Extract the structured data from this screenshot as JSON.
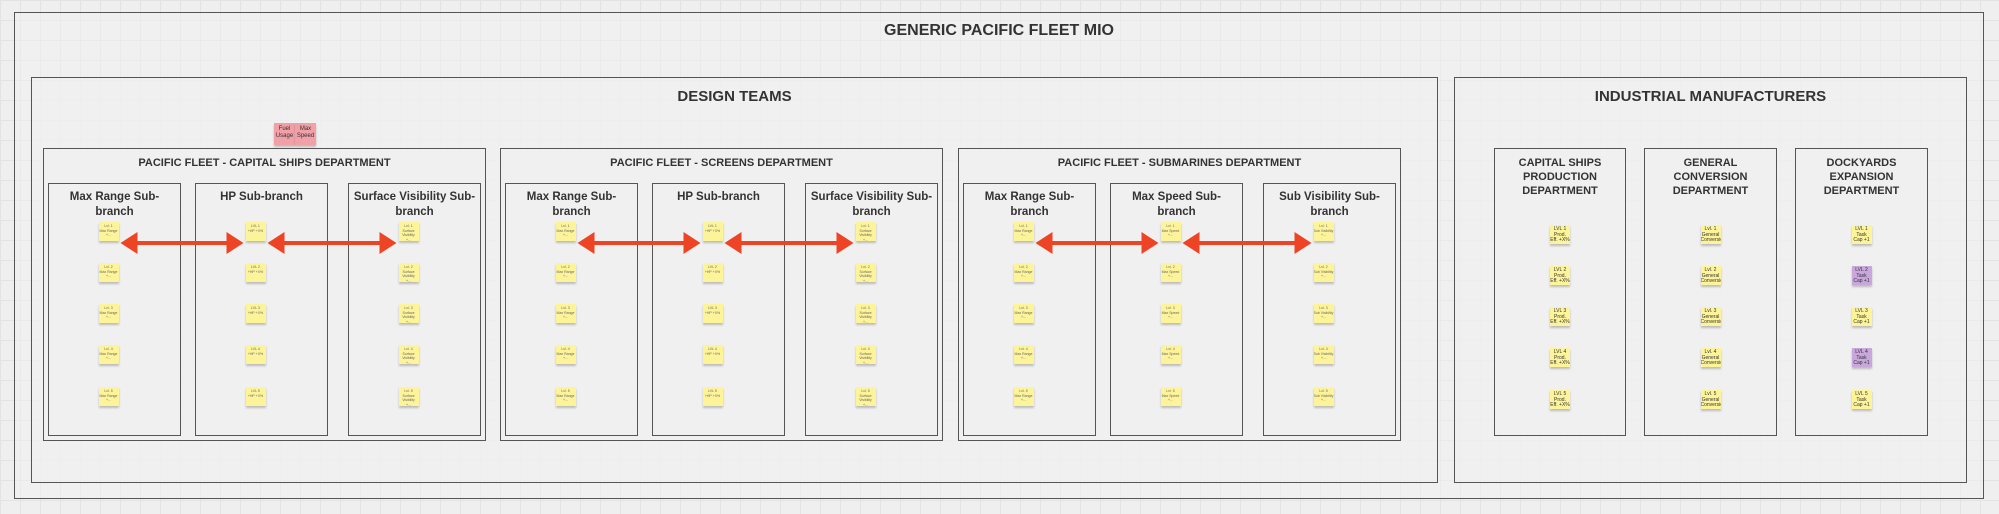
{
  "title": "GENERIC PACIFIC FLEET MIO",
  "groups": {
    "design": {
      "title": "DESIGN TEAMS",
      "legend_notes": [
        "Fuel Usage",
        "Max Speed"
      ],
      "departments": [
        {
          "title": "PACIFIC FLEET - CAPITAL SHIPS DEPARTMENT",
          "subbranches": [
            {
              "title": "Max Range Sub-branch",
              "notes": [
                "Lvl. 1\nMax Range\n+...",
                "Lvl. 2\nMax Range\n+...",
                "Lvl. 3\nMax Range\n+...",
                "Lvl. 4\nMax Range\n+...",
                "Lvl. 5\nMax Range\n+..."
              ]
            },
            {
              "title": "HP Sub-branch",
              "notes": [
                "LVL 1\n+HP +X%",
                "LVL 2\n+HP +X%",
                "LVL 3\n+HP +X%",
                "LVL 4\n+HP +X%",
                "LVL 5\n+HP +X%"
              ]
            },
            {
              "title": "Surface Visibility Sub-branch",
              "notes": [
                "Lvl. 1\nSurface\nVisibility\n+...",
                "Lvl. 2\nSurface\nVisibility\n+...",
                "Lvl. 3\nSurface\nVisibility\n+...",
                "Lvl. 4\nSurface\nVisibility\n+...",
                "Lvl. 5\nSurface\nVisibility\n+..."
              ]
            }
          ]
        },
        {
          "title": "PACIFIC FLEET - SCREENS DEPARTMENT",
          "subbranches": [
            {
              "title": "Max Range Sub-branch",
              "notes": [
                "Lvl. 1\nMax Range\n+...",
                "Lvl. 2\nMax Range\n+...",
                "Lvl. 3\nMax Range\n+...",
                "Lvl. 4\nMax Range\n+...",
                "Lvl. 5\nMax Range\n+..."
              ]
            },
            {
              "title": "HP Sub-branch",
              "notes": [
                "LVL 1\n+HP +X%",
                "LVL 2\n+HP +X%",
                "LVL 3\n+HP +X%",
                "LVL 4\n+HP +X%",
                "LVL 5\n+HP +X%"
              ]
            },
            {
              "title": "Surface Visibility Sub-branch",
              "notes": [
                "Lvl. 1\nSurface\nVisibility\n+...",
                "Lvl. 2\nSurface\nVisibility\n+...",
                "Lvl. 3\nSurface\nVisibility\n+...",
                "Lvl. 4\nSurface\nVisibility\n+...",
                "Lvl. 5\nSurface\nVisibility\n+..."
              ]
            }
          ]
        },
        {
          "title": "PACIFIC FLEET - SUBMARINES DEPARTMENT",
          "subbranches": [
            {
              "title": "Max Range Sub-branch",
              "notes": [
                "Lvl. 1\nMax Range\n+...",
                "Lvl. 2\nMax Range\n+...",
                "Lvl. 3\nMax Range\n+...",
                "Lvl. 4\nMax Range\n+...",
                "Lvl. 5\nMax Range\n+..."
              ]
            },
            {
              "title": "Max Speed Sub-branch",
              "notes": [
                "Lvl. 1\nMax Speed\n+...",
                "Lvl. 2\nMax Speed\n+...",
                "Lvl. 3\nMax Speed\n+...",
                "Lvl. 4\nMax Speed\n+...",
                "Lvl. 5\nMax Speed\n+..."
              ]
            },
            {
              "title": "Sub Visibility Sub-branch",
              "notes": [
                "Lvl. 1\nSub Visibility\n+...",
                "Lvl. 2\nSub Visibility\n+...",
                "Lvl. 3\nSub Visibility\n+...",
                "Lvl. 4\nSub Visibility\n+...",
                "Lvl. 5\nSub Visibility\n+..."
              ]
            }
          ]
        }
      ]
    },
    "industrial": {
      "title": "INDUSTRIAL MANUFACTURERS",
      "departments": [
        {
          "title": "CAPITAL SHIPS PRODUCTION DEPARTMENT",
          "notes": [
            "LVL 1\nProd.\nEff. +X%",
            "LVL 2\nProd.\nEff. +X%",
            "LVL 3\nProd.\nEff. +X%",
            "LVL 4\nProd.\nEff. +X%",
            "LVL 5\nProd.\nEff. +X%"
          ]
        },
        {
          "title": "GENERAL CONVERSION DEPARTMENT",
          "notes": [
            "Lvl. 1\nGeneral\nConversion\n+...",
            "Lvl. 2\nGeneral\nConversion\n+...",
            "Lvl. 3\nGeneral\nConversion\n+...",
            "Lvl. 4\nGeneral\nConversion\n+...",
            "Lvl. 5\nGeneral\nConversion\n+..."
          ]
        },
        {
          "title": "DOCKYARDS EXPANSION DEPARTMENT",
          "notes": [
            "LVL 1\nTask\nCap +1",
            "LVL 2\nTask\nCap +1",
            "LVL 3\nTask\nCap +1",
            "LVL 4\nTask\nCap +1",
            "LVL 5\nTask\nCap +1"
          ],
          "purple_levels": [
            2,
            4
          ]
        }
      ]
    }
  },
  "colors": {
    "frame_border": "#555555",
    "note_yellow": "#fdf49a",
    "note_purple": "#c9a7dc",
    "note_pink": "#f2a0a7",
    "arrow": "#ee4426"
  }
}
